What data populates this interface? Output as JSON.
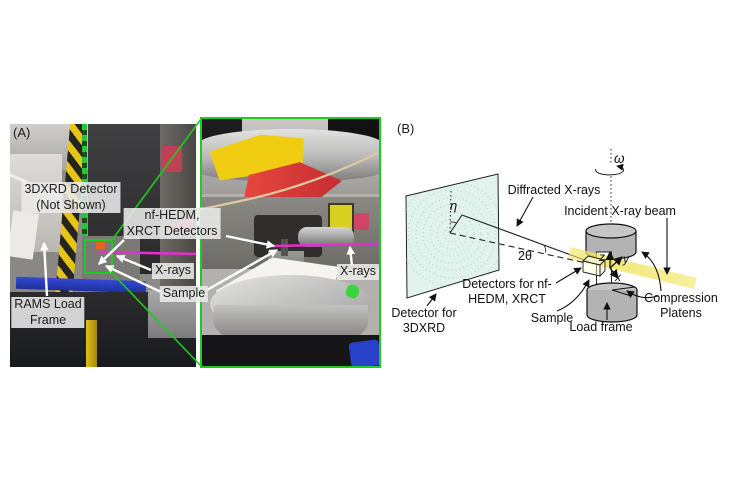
{
  "figure": {
    "panelA": {
      "tag": "(A)",
      "labels": {
        "detector_3dxrd": {
          "line1": "3DXRD Detector",
          "line2": "(Not Shown)"
        },
        "nf_hedm_xrct": {
          "line1": "nf-HEDM,",
          "line2": "XRCT Detectors"
        },
        "xrays_left": "X-rays",
        "xrays_right": "X-rays",
        "sample": "Sample",
        "rams_load_frame": {
          "line1": "RAMS Load",
          "line2": "Frame"
        }
      }
    },
    "panelB": {
      "tag": "(B)",
      "labels": {
        "omega": "ω",
        "eta": "η",
        "two_theta": "2θ",
        "diffracted_xrays": "Diffracted X-rays",
        "incident_beam": "Incident X-ray beam",
        "detectors_nf": {
          "line1": "Detectors for nf-",
          "line2": "HEDM, XRCT"
        },
        "sample": "Sample",
        "load_frame": "Load frame",
        "compression_platens": {
          "line1": "Compression",
          "line2": "Platens"
        },
        "detector_3dxrd": {
          "line1": "Detector for",
          "line2": "3DXRD"
        },
        "axis_z": "z",
        "axis_y": "y",
        "axis_x": "x"
      }
    },
    "colors": {
      "highlight_green": "#1ecb1e",
      "xray_magenta": "#e62ed0",
      "beam_yellow": "#f2e87e",
      "platen_gray": "#b3b3b3",
      "detector_panel_fill": "#e2f3ee",
      "label_bg": "#e9e9e9"
    }
  }
}
